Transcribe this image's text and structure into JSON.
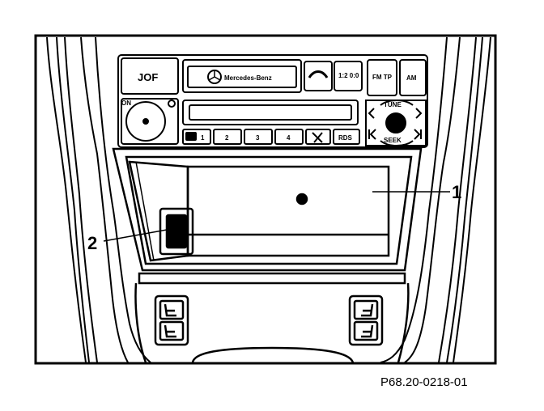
{
  "figure": {
    "code": "P68.20-0218-01",
    "callouts": [
      {
        "id": "1",
        "label": "1"
      },
      {
        "id": "2",
        "label": "2"
      }
    ]
  },
  "radio": {
    "brand": "Mercedes-Benz",
    "buttons": {
      "top_left": "JOF",
      "band_tp": "FM TP",
      "am": "AM",
      "ratio": "1:2 0:0",
      "tune": "TUNE",
      "seek": "SEEK",
      "presets": [
        "1",
        "2",
        "3",
        "4"
      ],
      "rds": "RDS",
      "on": "ON"
    }
  },
  "icons": [
    "seat-heater-icon",
    "tape-cassette-icon",
    "phone-icon"
  ]
}
